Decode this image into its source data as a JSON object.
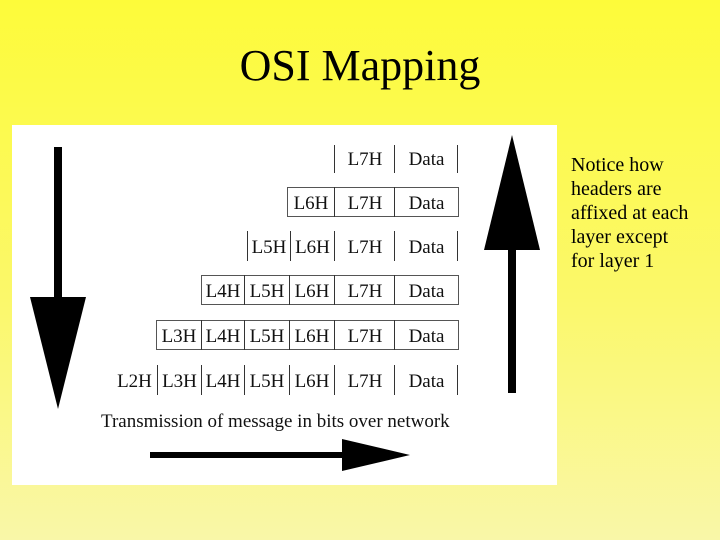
{
  "title": "OSI Mapping",
  "diagram": {
    "rows": [
      {
        "cells": [
          "L7H",
          "Data"
        ]
      },
      {
        "cells": [
          "L6H",
          "L7H",
          "Data"
        ]
      },
      {
        "cells": [
          "L5H",
          "L6H",
          "L7H",
          "Data"
        ]
      },
      {
        "cells": [
          "L4H",
          "L5H",
          "L6H",
          "L7H",
          "Data"
        ]
      },
      {
        "cells": [
          "L3H",
          "L4H",
          "L5H",
          "L6H",
          "L7H",
          "Data"
        ]
      },
      {
        "cells": [
          "L2H",
          "L3H",
          "L4H",
          "L5H",
          "L6H",
          "L7H",
          "Data"
        ]
      }
    ],
    "caption": "Transmission of message in bits over network",
    "arrows": [
      "down-arrow",
      "up-arrow",
      "right-arrow"
    ]
  },
  "note": {
    "lines": [
      "Notice how",
      "headers are",
      "affixed at each",
      "layer except",
      "for layer 1"
    ]
  }
}
